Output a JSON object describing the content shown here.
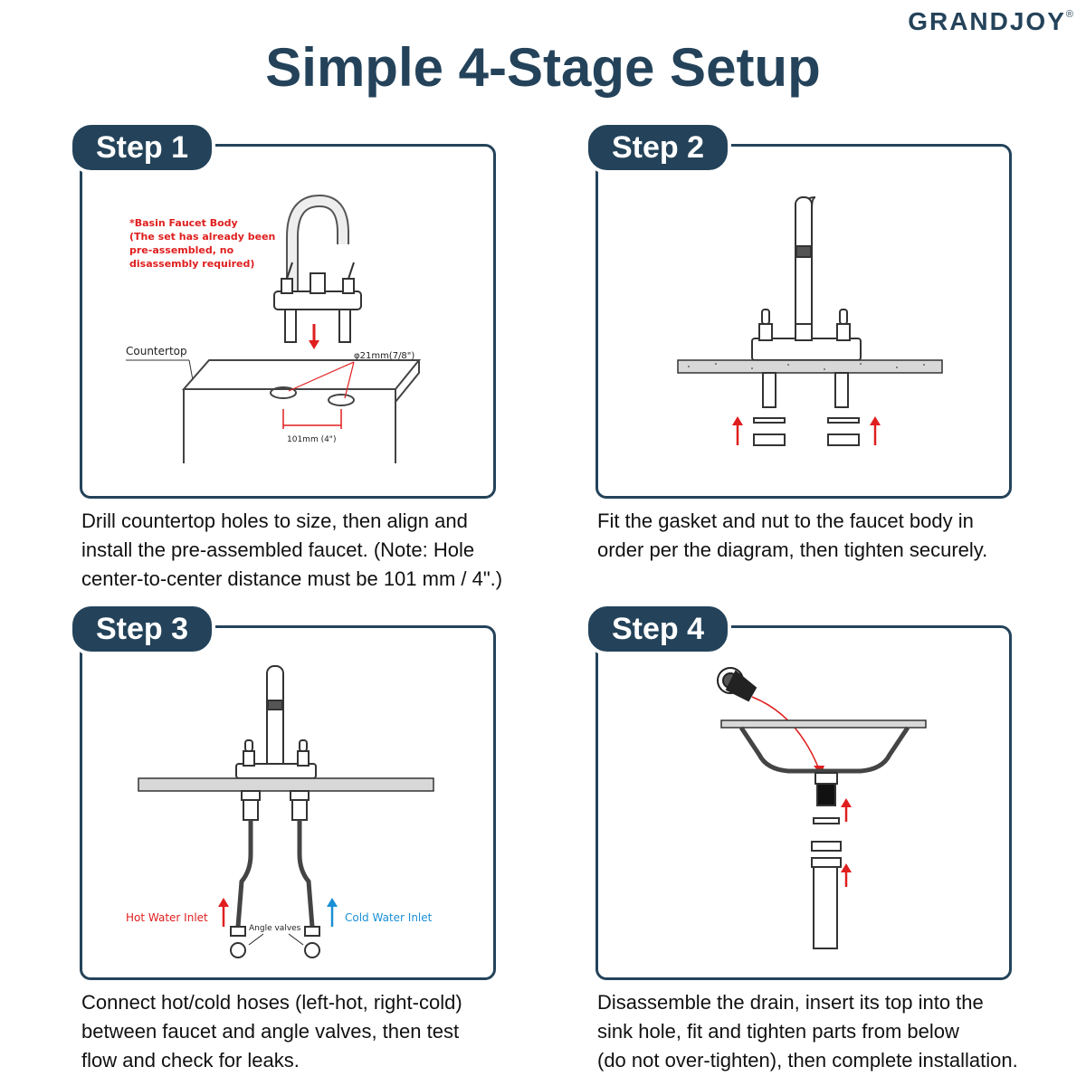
{
  "brand": {
    "name": "GRANDJOY",
    "mark": "®"
  },
  "title": "Simple 4-Stage Setup",
  "colors": {
    "navy": "#24435a",
    "red": "#e01e1e",
    "blue": "#1a8fd6"
  },
  "steps": [
    {
      "label": "Step 1",
      "desc": [
        "Drill countertop holes to size, then align and",
        "install the pre-assembled faucet. (Note: Hole",
        "center-to-center distance must be 101 mm / 4\".)"
      ],
      "annotations": {
        "faucet_body": [
          "*Basin Faucet Body",
          "(The set has already been",
          "pre-assembled, no",
          "disassembly required)"
        ],
        "countertop": "Countertop",
        "hole_dia": "φ21mm(7/8\")",
        "center_dist": "101mm (4\")"
      }
    },
    {
      "label": "Step 2",
      "desc": [
        "Fit the gasket and nut to the faucet body in",
        "order per the diagram, then tighten securely."
      ]
    },
    {
      "label": "Step 3",
      "desc": [
        "Connect hot/cold hoses (left-hot, right-cold)",
        "between faucet and angle valves, then test",
        "flow and check for leaks."
      ],
      "annotations": {
        "hot": "Hot Water Inlet",
        "cold": "Cold Water Inlet",
        "valves": "Angle valves"
      }
    },
    {
      "label": "Step 4",
      "desc": [
        "Disassemble the drain, insert its top into the",
        "sink hole, fit and tighten parts from below",
        "(do not over-tighten), then complete installation."
      ]
    }
  ]
}
